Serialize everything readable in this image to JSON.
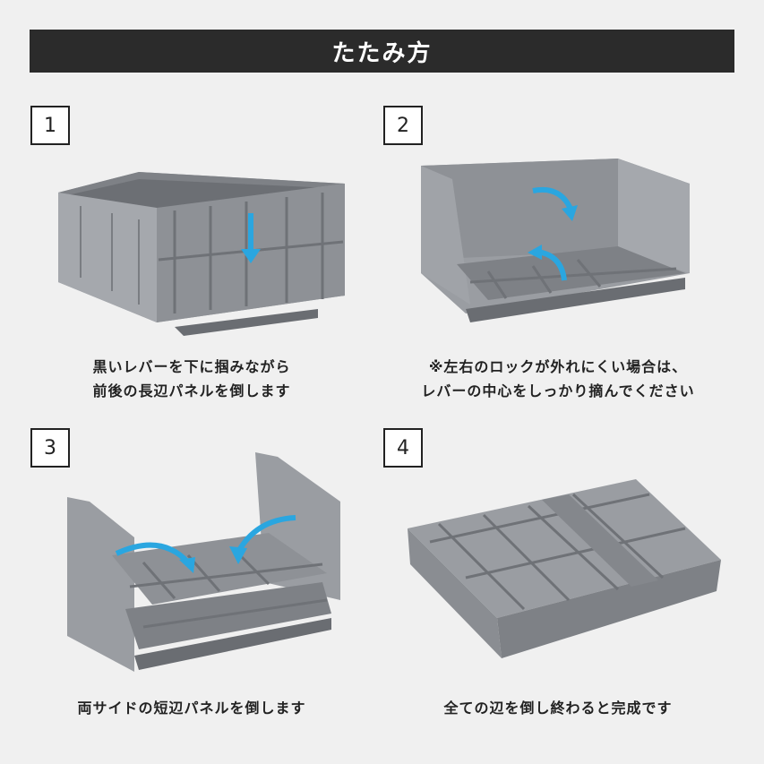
{
  "title": "たたみ方",
  "steps": [
    {
      "number": "1",
      "line1": "黒いレバーを下に掴みながら",
      "line2": "前後の長辺パネルを倒します"
    },
    {
      "number": "2",
      "line1": "※左右のロックが外れにくい場合は、",
      "line2": "レバーの中心をしっかり摘んでください"
    },
    {
      "number": "3",
      "line1": "両サイドの短辺パネルを倒します",
      "line2": ""
    },
    {
      "number": "4",
      "line1": "全ての辺を倒し終わると完成です",
      "line2": ""
    }
  ],
  "colors": {
    "banner": "#2b2b2b",
    "crate": "#8e9196",
    "arrow": "#2aa6e0"
  }
}
